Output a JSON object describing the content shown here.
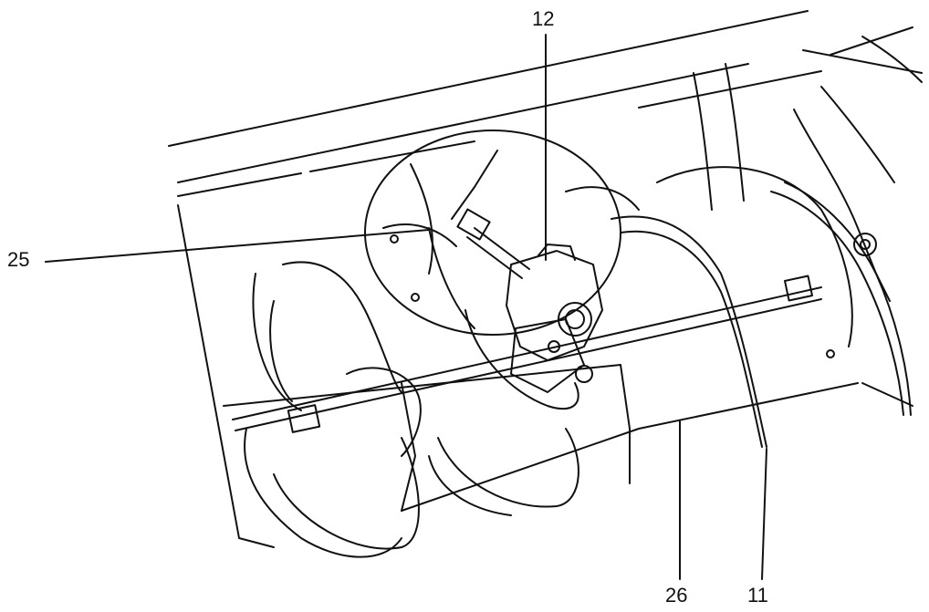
{
  "diagram": {
    "callouts": {
      "c12": "12",
      "c25": "25",
      "c26": "26",
      "c11": "11"
    },
    "line_color": "#111111",
    "background": "#ffffff"
  }
}
